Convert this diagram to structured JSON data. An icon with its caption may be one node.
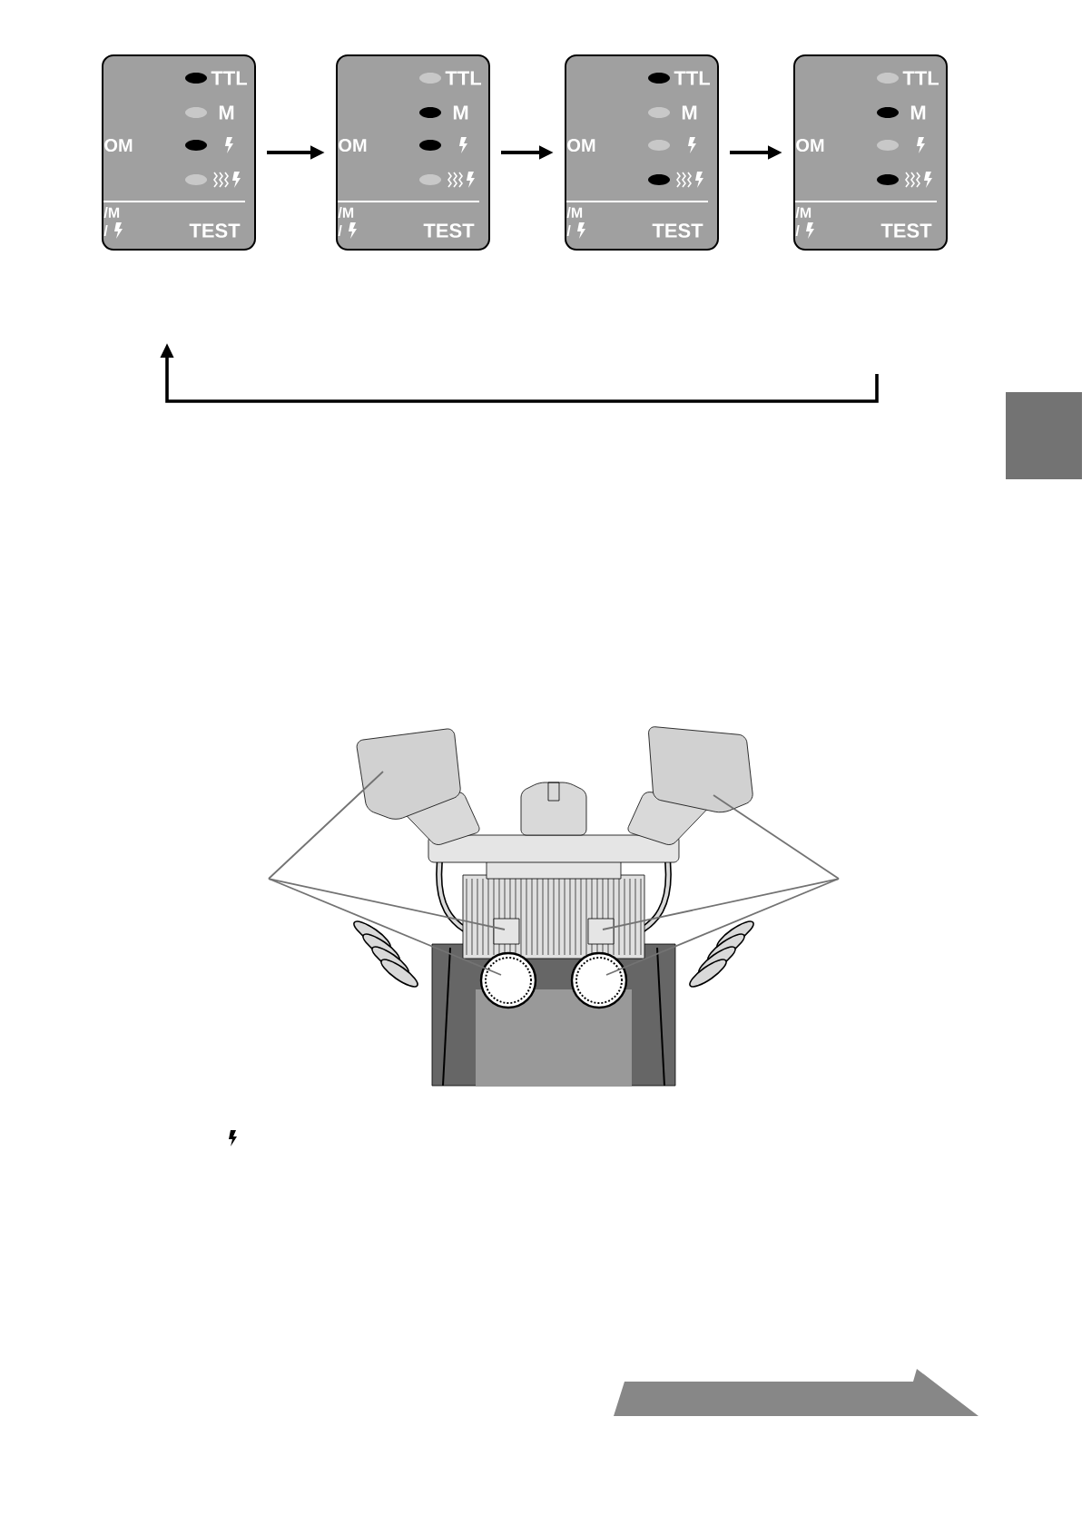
{
  "diagram": {
    "nodes": [
      {
        "text": [
          "TTL",
          "M",
          "OM",
          "/M",
          "/",
          "TEST"
        ]
      },
      {
        "text": [
          "TTL",
          "M",
          "OM",
          "/M",
          "/",
          "TEST"
        ]
      },
      {
        "text": [
          "TTL",
          "M",
          "OM",
          "/M",
          "/",
          "TEST"
        ]
      },
      {
        "text": [
          "TTL",
          "M",
          "OM",
          "/M",
          "/",
          "TEST"
        ]
      }
    ],
    "edges": [
      {
        "from": 0,
        "to": 1,
        "arrow": "to"
      },
      {
        "from": 1,
        "to": 2,
        "arrow": "to"
      },
      {
        "from": 2,
        "to": 3,
        "arrow": "to"
      },
      {
        "from": 3,
        "to": 0,
        "arrow": "to"
      }
    ]
  }
}
